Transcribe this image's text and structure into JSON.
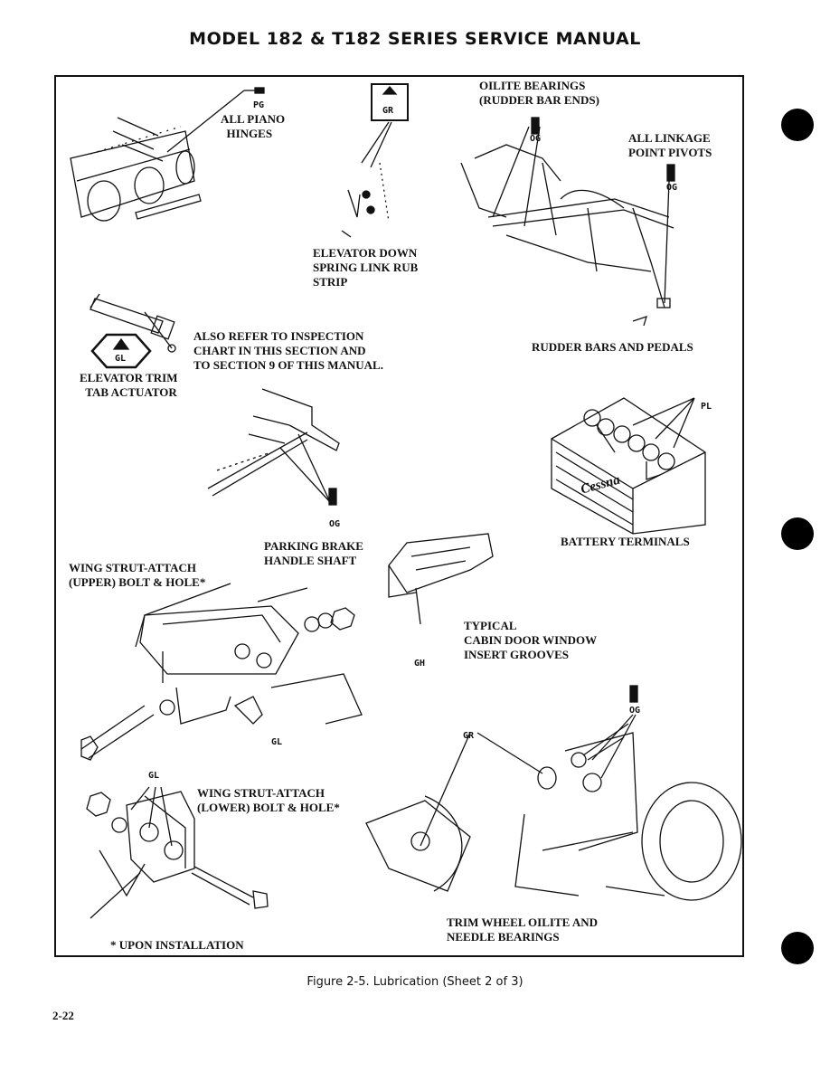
{
  "header": {
    "title": "MODEL 182 & T182 SERIES SERVICE MANUAL"
  },
  "labels": {
    "piano_sym": "PG",
    "piano": "ALL PIANO\n  HINGES",
    "gr_box": "GR",
    "elevator_down": "ELEVATOR DOWN\nSPRING LINK RUB\nSTRIP",
    "oilite_bearings": "OILITE BEARINGS\n(RUDDER BAR ENDS)",
    "og_rudder": "OG",
    "linkage": "ALL LINKAGE\nPOINT PIVOTS",
    "og_linkage": "OG",
    "rudder_bars": "RUDDER BARS AND PEDALS",
    "gl_hex": "GL",
    "elevator_trim": "ELEVATOR TRIM\n  TAB ACTUATOR",
    "also_refer": "ALSO REFER TO INSPECTION\nCHART IN THIS SECTION AND\nTO SECTION 9 OF THIS MANUAL.",
    "pl_sym": "PL",
    "og_parking": "OG",
    "parking_brake": "PARKING BRAKE\nHANDLE SHAFT",
    "battery": "BATTERY TERMINALS",
    "battery_brand": "Cessna",
    "wing_upper": "WING STRUT-ATTACH\n(UPPER) BOLT & HOLE*",
    "typical_cabin": "TYPICAL\nCABIN DOOR WINDOW\nINSERT GROOVES",
    "gh_sym": "GH",
    "gl_upper": "GL",
    "gl_lower": "GL",
    "wing_lower": "WING STRUT-ATTACH\n(LOWER) BOLT & HOLE*",
    "gr_trim": "GR",
    "og_trim": "OG",
    "trim_wheel": "TRIM WHEEL OILITE AND\nNEEDLE BEARINGS",
    "upon_install": "* UPON INSTALLATION"
  },
  "caption": "Figure 2-5.  Lubrication (Sheet 2 of 3)",
  "page_number": "2-22",
  "colors": {
    "ink": "#111111",
    "paper": "#ffffff"
  }
}
